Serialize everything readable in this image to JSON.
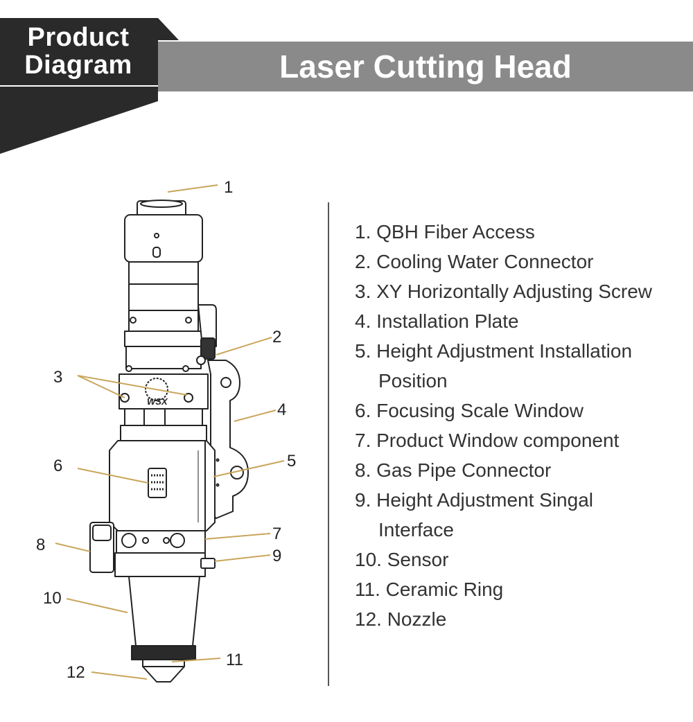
{
  "header": {
    "badge_line1": "Product",
    "badge_line2": "Diagram",
    "title": "Laser Cutting Head"
  },
  "colors": {
    "badge": "#2a2a2a",
    "title_bar": "#8a8a8a",
    "leader_line": "#c9a55a",
    "text": "#333333"
  },
  "diagram": {
    "logo_text": "WSX",
    "callouts": [
      "1",
      "2",
      "3",
      "4",
      "5",
      "6",
      "7",
      "8",
      "9",
      "10",
      "11",
      "12"
    ]
  },
  "legend": [
    "1. QBH Fiber Access",
    "2. Cooling Water Connector",
    "3. XY Horizontally Adjusting Screw",
    "4. Installation Plate",
    "5. Height Adjustment Installation",
    "Position",
    "6. Focusing Scale Window",
    "7. Product Window component",
    "8. Gas Pipe Connector",
    "9. Height Adjustment Singal",
    "Interface",
    "10. Sensor",
    "11. Ceramic Ring",
    "12. Nozzle"
  ]
}
